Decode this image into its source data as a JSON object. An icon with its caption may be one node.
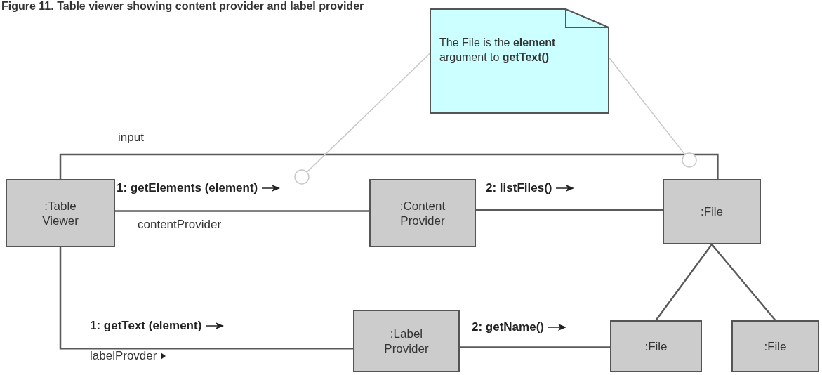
{
  "diagram": {
    "title": "Figure 11. Table viewer showing content provider and label provider",
    "nodes": [
      {
        "text": [
          ":Table Viewer"
        ]
      },
      {
        "text": [
          ":Content Provider"
        ]
      },
      {
        "text": [
          ":File"
        ]
      },
      {
        "text": [
          ":Label Provider"
        ]
      },
      {
        "text": [
          ":File"
        ]
      },
      {
        "text": [
          ":File"
        ]
      },
      {
        "text": [
          "The File is the **element** argument to **getText()**"
        ]
      },
      {
        "text": [],
        "shape": "circle"
      },
      {
        "text": [],
        "shape": "circle"
      }
    ],
    "edges": [
      {
        "from": 0,
        "to": 1,
        "arrow": "none",
        "label": "1: getElements (element)"
      },
      {
        "from": 0,
        "to": 2,
        "arrow": "none",
        "label": "input"
      },
      {
        "from": 1,
        "to": 2,
        "arrow": "none",
        "label": "2: listFiles()"
      },
      {
        "from": 2,
        "to": 4,
        "arrow": "none"
      },
      {
        "from": 2,
        "to": 5,
        "arrow": "none"
      },
      {
        "from": 0,
        "to": 3,
        "arrow": "none",
        "label": "1: getText (element)"
      },
      {
        "from": 3,
        "to": 4,
        "arrow": "none",
        "label": "2: getName()"
      },
      {
        "from": 6,
        "to": 7,
        "arrow": "none",
        "color": "#c8c8c8"
      },
      {
        "from": 6,
        "to": 8,
        "arrow": "none",
        "color": "#c8c8c8"
      }
    ],
    "labels": [
      "contentProvider",
      "labelProvder"
    ]
  }
}
